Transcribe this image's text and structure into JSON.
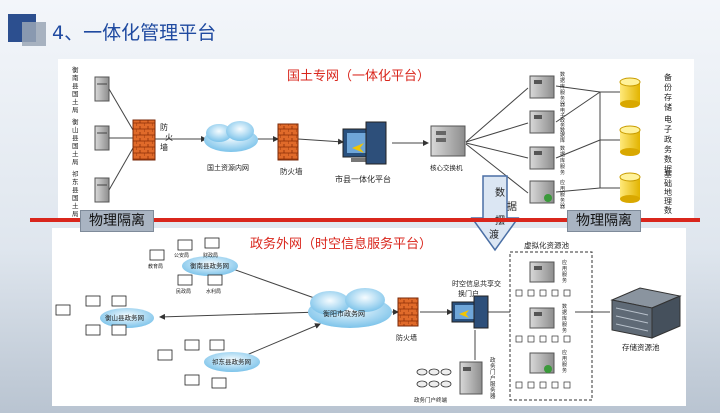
{
  "header": {
    "title": "4、一体化管理平台"
  },
  "top": {
    "title": "国土专网（一体化平台）",
    "bureaus": [
      "衡南县国土局",
      "衡山县国土局",
      "祁东县国土局"
    ],
    "firewall_left": "防火墙",
    "cloud": "国土资源内网",
    "firewall_mid": "防火墙",
    "platform": "市县一体化平台",
    "switch": "核心交换机",
    "servers": [
      "数据库服务器",
      "电子政务数据库服务器",
      "数据库服务器",
      "应用服务器"
    ],
    "databases": [
      "备份存储",
      "电子政务数据",
      "基础地理数据"
    ]
  },
  "isolation": {
    "left": "物理隔离",
    "right": "物理隔离",
    "arrow": "数据摆渡"
  },
  "bottom": {
    "title": "政务外网（时空信息服务平台）",
    "nets": [
      "衡南县政务网",
      "衡山县政务网",
      "祁东县政务网"
    ],
    "depts": [
      "公安局",
      "财政局",
      "民政局",
      "水利局",
      "教育局"
    ],
    "cloud": "衡阳市政务网",
    "firewall": "防火墙",
    "portal_server": "时空信息共享交换门户",
    "portal_bottom": "政务门户服务器",
    "portal_clients": "政务门户终端",
    "virtual_pool": "虚拟化资源池",
    "vservers": [
      "应用服务器",
      "数据库服务器",
      "应用服务器"
    ],
    "storage": "存储资源池"
  }
}
